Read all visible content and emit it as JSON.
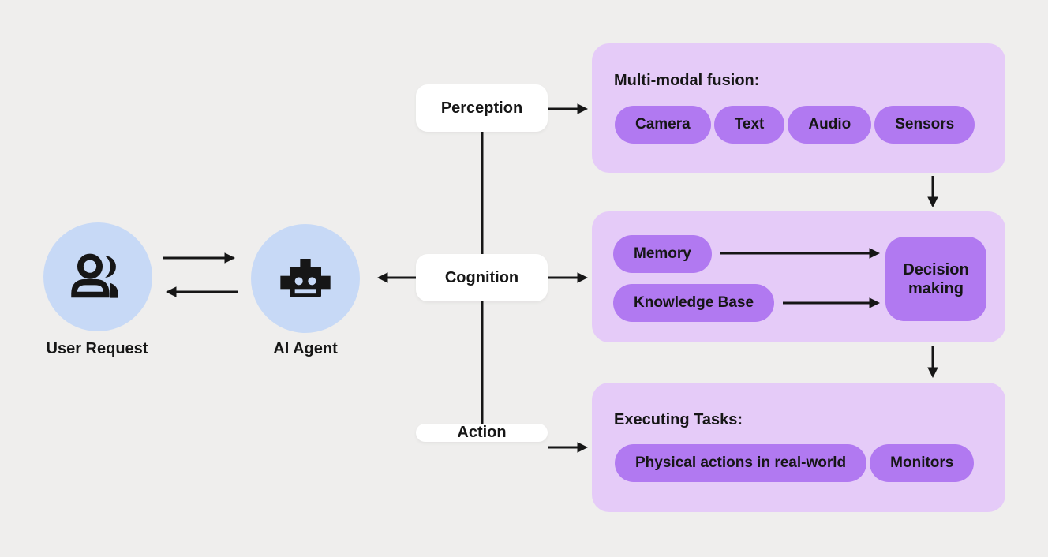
{
  "colors": {
    "bg": "#efeeed",
    "circle-blue": "#c7d9f6",
    "panel-purple": "#e5cbf8",
    "pill-purple": "#b179f1",
    "arrow-black": "#161616",
    "node-white": "#ffffff"
  },
  "actors": {
    "user": {
      "label": "User Request"
    },
    "agent": {
      "label": "AI Agent"
    }
  },
  "stages": {
    "perception": {
      "label": "Perception"
    },
    "cognition": {
      "label": "Cognition"
    },
    "action": {
      "label": "Action"
    }
  },
  "panels": {
    "perception": {
      "heading": "Multi-modal fusion:",
      "pills": [
        "Camera",
        "Text",
        "Audio",
        "Sensors"
      ]
    },
    "cognition": {
      "pills": [
        "Memory",
        "Knowledge Base"
      ],
      "decision_label": "Decision making"
    },
    "action": {
      "heading": "Executing Tasks:",
      "pills": [
        "Physical actions in real-world",
        "Monitors"
      ]
    }
  }
}
